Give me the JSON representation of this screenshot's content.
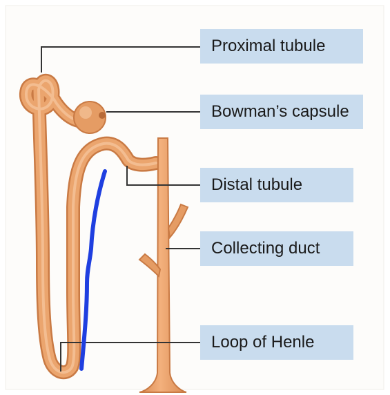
{
  "labels": {
    "proximal_tubule": "Proximal tubule",
    "bowmans_capsule": "Bowman’s capsule",
    "distal_tubule": "Distal tubule",
    "collecting_duct": "Collecting duct",
    "loop_of_henle": "Loop of Henle"
  },
  "colors": {
    "tubule_fill": "#e8a26a",
    "tubule_edge": "#c97a44",
    "tubule_highlight": "#f5c49a",
    "label_background": "#c9dcee",
    "leader_line": "#333333",
    "annotation_marker": "#1f3fe0"
  }
}
